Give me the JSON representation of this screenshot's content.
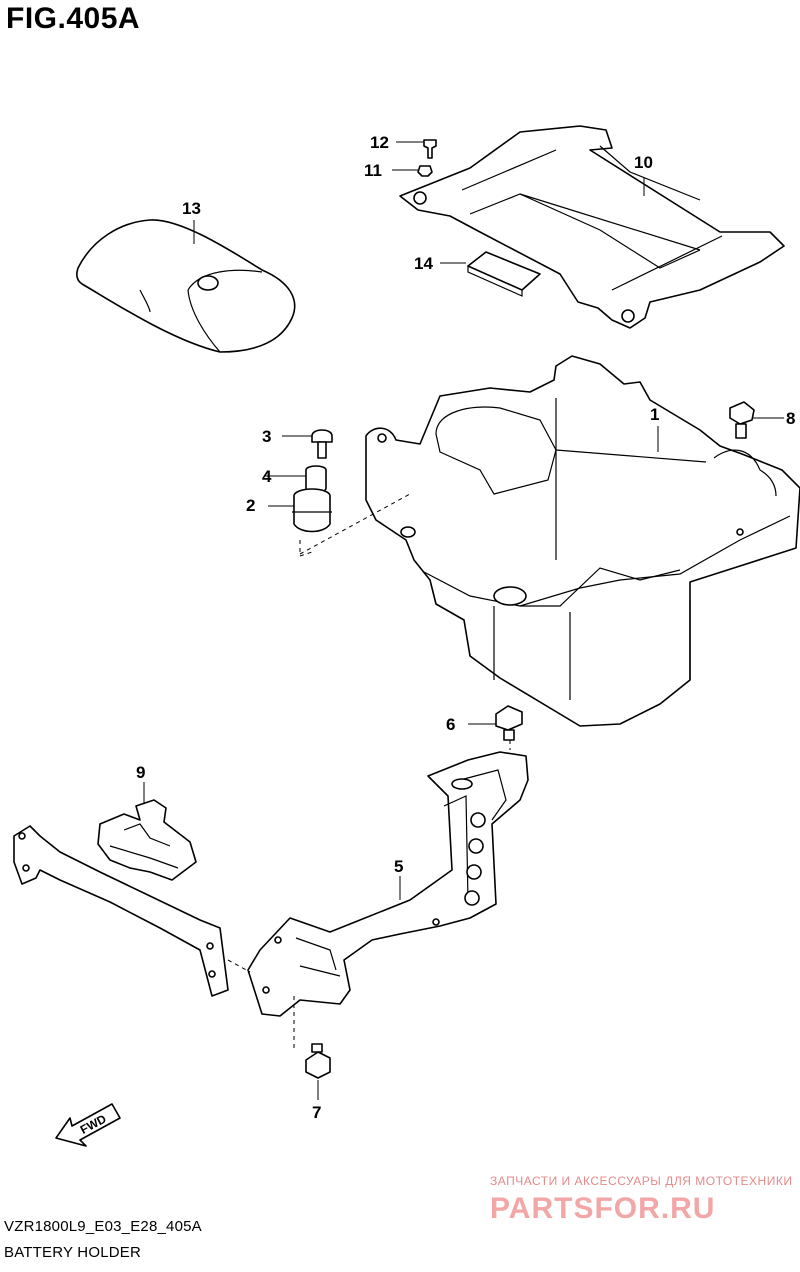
{
  "figure": {
    "title": "FIG.405A",
    "code": "VZR1800L9_E03_E28_405A",
    "caption": "BATTERY HOLDER"
  },
  "callouts": {
    "c1": "1",
    "c2": "2",
    "c3": "3",
    "c4": "4",
    "c5": "5",
    "c6": "6",
    "c7": "7",
    "c8": "8",
    "c9": "9",
    "c10": "10",
    "c11": "11",
    "c12": "12",
    "c13": "13",
    "c14": "14"
  },
  "fwd_arrow": {
    "label": "FWD"
  },
  "watermark": {
    "line1": "ЗАПЧАСТИ И АКСЕССУАРЫ ДЛЯ МОТОТЕХНИКИ",
    "line2": "PARTSFOR.RU",
    "color": "#f2a6a6"
  }
}
